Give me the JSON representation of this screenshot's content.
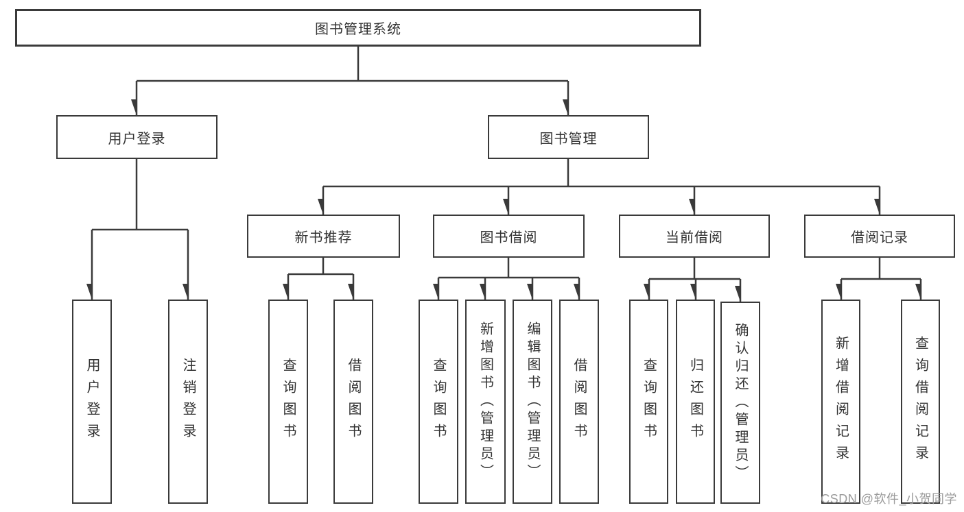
{
  "tree": {
    "root": {
      "label": "图书管理系统"
    },
    "children": [
      {
        "label": "用户登录",
        "children": [
          {
            "label": "用户登录"
          },
          {
            "label": "注销登录"
          }
        ]
      },
      {
        "label": "图书管理",
        "children": [
          {
            "label": "新书推荐",
            "children": [
              {
                "label": "查询图书"
              },
              {
                "label": "借阅图书"
              }
            ]
          },
          {
            "label": "图书借阅",
            "children": [
              {
                "label": "查询图书"
              },
              {
                "label": "新增图书（管理员）"
              },
              {
                "label": "编辑图书（管理员）"
              },
              {
                "label": "借阅图书"
              }
            ]
          },
          {
            "label": "当前借阅",
            "children": [
              {
                "label": "查询图书"
              },
              {
                "label": "归还图书"
              },
              {
                "label": "确认归还（管理员）"
              }
            ]
          },
          {
            "label": "借阅记录",
            "children": [
              {
                "label": "新增借阅记录"
              },
              {
                "label": "查询借阅记录"
              }
            ]
          }
        ]
      }
    ]
  },
  "watermark": {
    "text": "CSDN @软件_小贺同学"
  },
  "colors": {
    "line": "#3a3a3a",
    "text": "#333333",
    "background": "#ffffff",
    "watermark": "#9b9b9b"
  }
}
